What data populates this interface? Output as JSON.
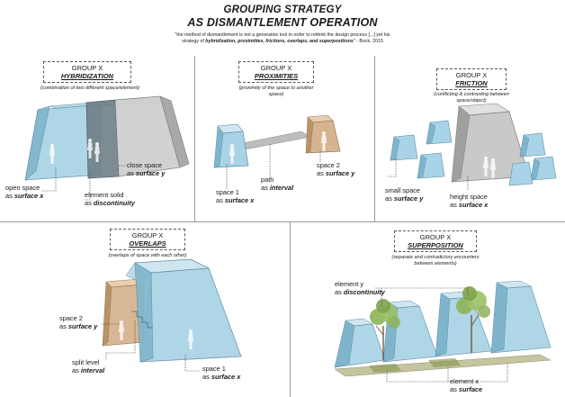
{
  "header": {
    "title_line1": "GROUPING STRATEGY",
    "title_line2": "AS DISMANTLEMENT OPERATION",
    "quote_part1": "\"the method of dismantlement is not a generative tool in order to rethink the design process [...] yet his",
    "quote_part2": "strategy of ",
    "quote_bold": "hybridization, proximities, frictions, overlaps, and superpositions",
    "quote_part3": "\" - Bock, 2015"
  },
  "panels": {
    "hybridization": {
      "group": "GROUP X",
      "name": "HYBRIDIZATION",
      "description": "(combination of two different space/element)",
      "labels": [
        {
          "line1": "open space",
          "line2_prefix": "as ",
          "line2_bold": "surface x"
        },
        {
          "line1": "element solid",
          "line2_prefix": "as ",
          "line2_bold": "discontinuity"
        },
        {
          "line1": "close space",
          "line2_prefix": "as ",
          "line2_bold": "surface y"
        }
      ]
    },
    "proximities": {
      "group": "GROUP X",
      "name": "PROXIMITIES",
      "description": "(proximity of the space to another space)",
      "labels": [
        {
          "line1": "space 1",
          "line2_prefix": "as ",
          "line2_bold": "surface x"
        },
        {
          "line1": "path",
          "line2_prefix": "as ",
          "line2_bold": "interval"
        },
        {
          "line1": "space 2",
          "line2_prefix": "as ",
          "line2_bold": "surface y"
        }
      ]
    },
    "friction": {
      "group": "GROUP X",
      "name": "FRICTION",
      "description": "(conflicting & contrasting between space/object)",
      "labels": [
        {
          "line1": "small space",
          "line2_prefix": "as ",
          "line2_bold": "surface y"
        },
        {
          "line1": "height space",
          "line2_prefix": "as ",
          "line2_bold": "surface x"
        }
      ]
    },
    "overlaps": {
      "group": "GROUP X",
      "name": "OVERLAPS",
      "description": "(overlaps of space with each other)",
      "labels": [
        {
          "line1": "space 2",
          "line2_prefix": "as ",
          "line2_bold": "surface y"
        },
        {
          "line1": "split level",
          "line2_prefix": "as ",
          "line2_bold": "interval"
        },
        {
          "line1": "space 1",
          "line2_prefix": "as ",
          "line2_bold": "surface x"
        }
      ]
    },
    "superposition": {
      "group": "GROUP X",
      "name": "SUPERPOSITION",
      "description": "(separate and contradictory encounters between elements)",
      "labels": [
        {
          "line1": "element y",
          "line2_prefix": "as ",
          "line2_bold": "discontinuity"
        },
        {
          "line1": "element x",
          "line2_prefix": "as ",
          "line2_bold": "surface"
        }
      ]
    }
  },
  "colors": {
    "glass_blue": "#a9d3e6",
    "glass_blue_dark": "#7fb5cc",
    "glass_blue_light": "#cfe6f0",
    "tan": "#d6b48f",
    "tan_dark": "#b8936a",
    "grey": "#c9c9c9",
    "grey_dark": "#9a9a9a",
    "path_grey": "#bdbdbd",
    "tree_green": "#8fb35a",
    "ground_olive": "#a8a67a"
  }
}
